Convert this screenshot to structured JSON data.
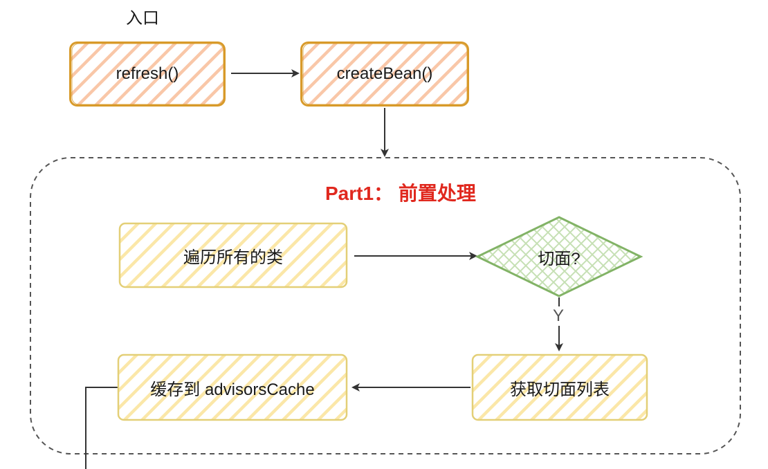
{
  "colors": {
    "orange_stroke": "#d89a2a",
    "orange_hatch": "#f9c7a8",
    "yellow_stroke": "#e3cf77",
    "yellow_hatch": "#fbe7a8",
    "green_stroke": "#82b366",
    "green_hatch": "#c6e0b4",
    "title_red": "#e0281e",
    "line": "#333333",
    "dashed_border": "#555555"
  },
  "entry": {
    "label": "入口"
  },
  "nodes": {
    "refresh": {
      "label": "refresh()"
    },
    "create_bean": {
      "label": "createBean()"
    },
    "traverse": {
      "label": "遍历所有的类"
    },
    "is_aspect": {
      "label": "切面?"
    },
    "get_aspects": {
      "label": "获取切面列表"
    },
    "cache": {
      "label": "缓存到 advisorsCache"
    }
  },
  "group": {
    "title": "Part1： 前置处理"
  },
  "edges": {
    "yes_label": "Y"
  }
}
